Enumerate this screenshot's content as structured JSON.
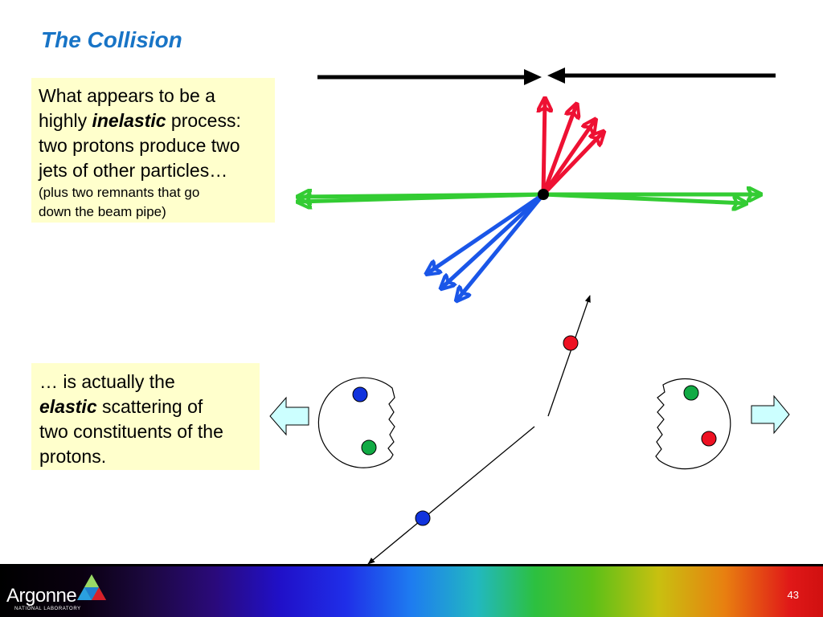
{
  "slide": {
    "title": "The Collision",
    "page_number": "43"
  },
  "note_top": {
    "line1": "What appears to be a",
    "line2_pre": "highly ",
    "line2_emph": "inelastic",
    "line2_post": " process:",
    "line3": "two protons produce two",
    "line4": "jets of other particles…",
    "line5": "(plus two remnants that go",
    "line6": "down the beam pipe)"
  },
  "note_bottom": {
    "line1": "… is actually the",
    "line2_emph": "elastic",
    "line2_post": " scattering of",
    "line3": "two constituents of the",
    "line4": "protons."
  },
  "footer": {
    "logo_name": "Argonne",
    "logo_subtitle": "NATIONAL LABORATORY"
  },
  "colors": {
    "title": "#1874c6",
    "note_background": "#ffffcc",
    "incoming_beam": "#000000",
    "remnant": "#33cc33",
    "red_jet": "#ee1133",
    "blue_jet": "#1a56e8",
    "red_parton": "#ee1122",
    "blue_parton": "#1133dd",
    "green_parton": "#11aa44",
    "recoil_arrow": "#ccffff"
  }
}
